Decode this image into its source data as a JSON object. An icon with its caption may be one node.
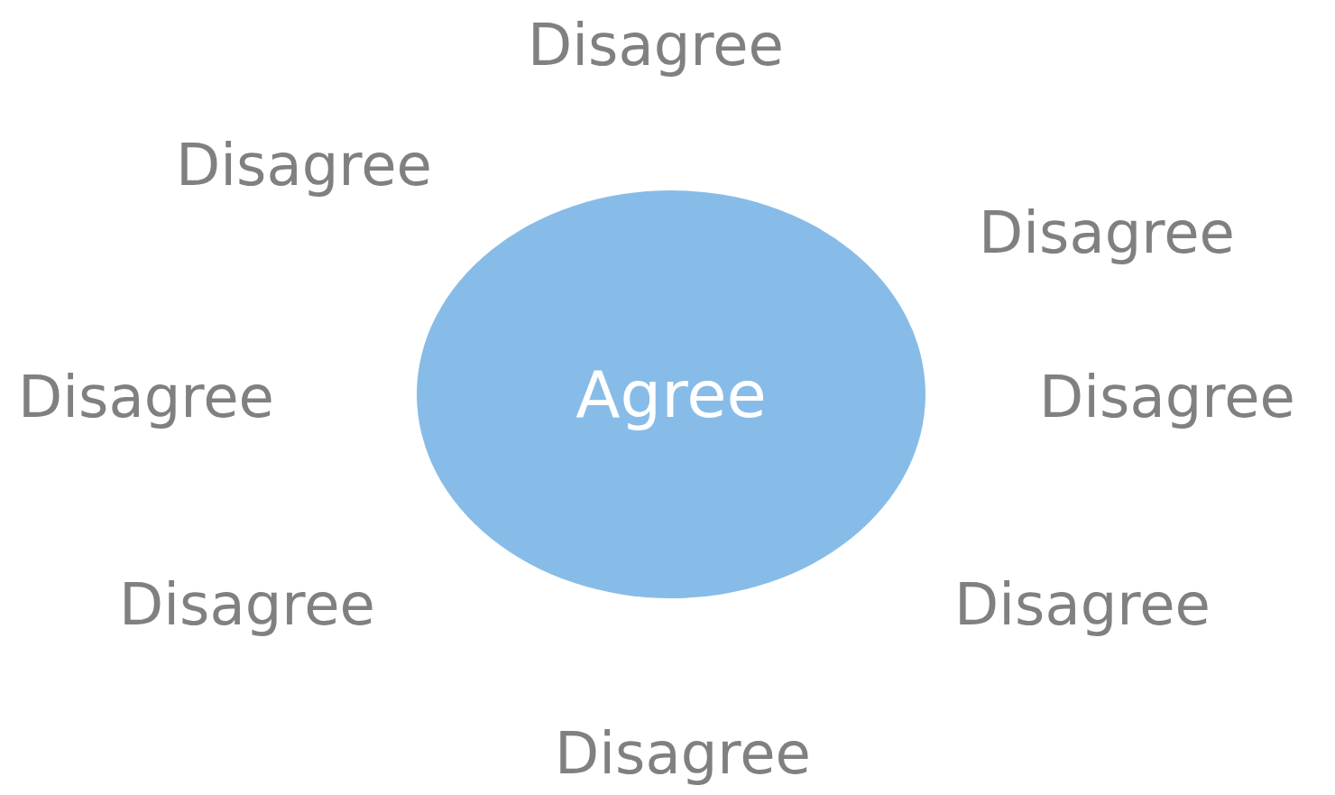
{
  "diagram": {
    "nodes": [
      {
        "text": [
          "Agree"
        ]
      }
    ],
    "labels": [
      "Disagree",
      "Disagree",
      "Disagree",
      "Disagree",
      "Disagree",
      "Disagree",
      "Disagree",
      "Disagree"
    ]
  }
}
